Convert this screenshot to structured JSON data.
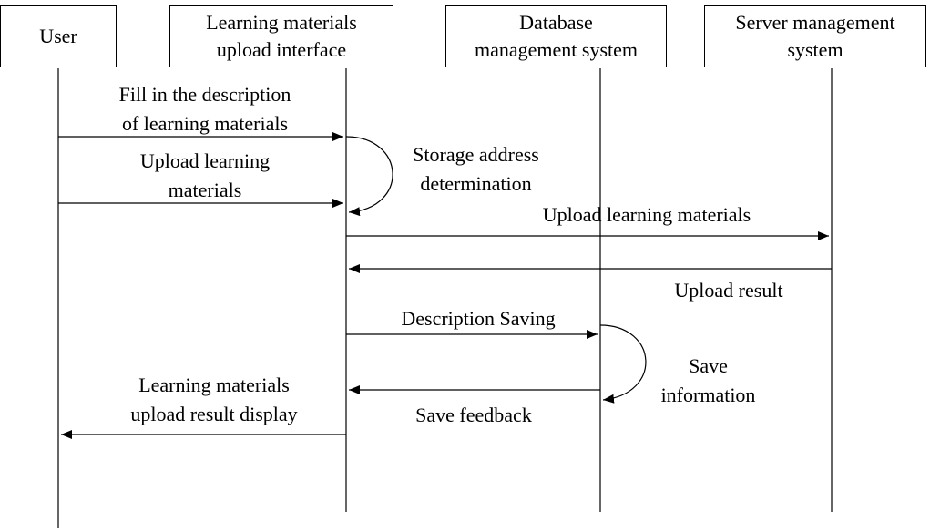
{
  "actors": [
    {
      "id": "user",
      "label": "User"
    },
    {
      "id": "upload_interface",
      "label": "Learning materials\nupload interface"
    },
    {
      "id": "database",
      "label": "Database\nmanagement system"
    },
    {
      "id": "server",
      "label": "Server management\nsystem"
    }
  ],
  "messages": {
    "fill_description": "Fill in the description\nof learning materials",
    "upload_materials_user": "Upload learning\nmaterials",
    "storage_address": "Storage address\ndetermination",
    "upload_materials_server": "Upload learning materials",
    "upload_result": "Upload result",
    "description_saving": "Description Saving",
    "save_information": "Save\ninformation",
    "save_feedback": "Save feedback",
    "result_display": "Learning materials\nupload result display"
  }
}
